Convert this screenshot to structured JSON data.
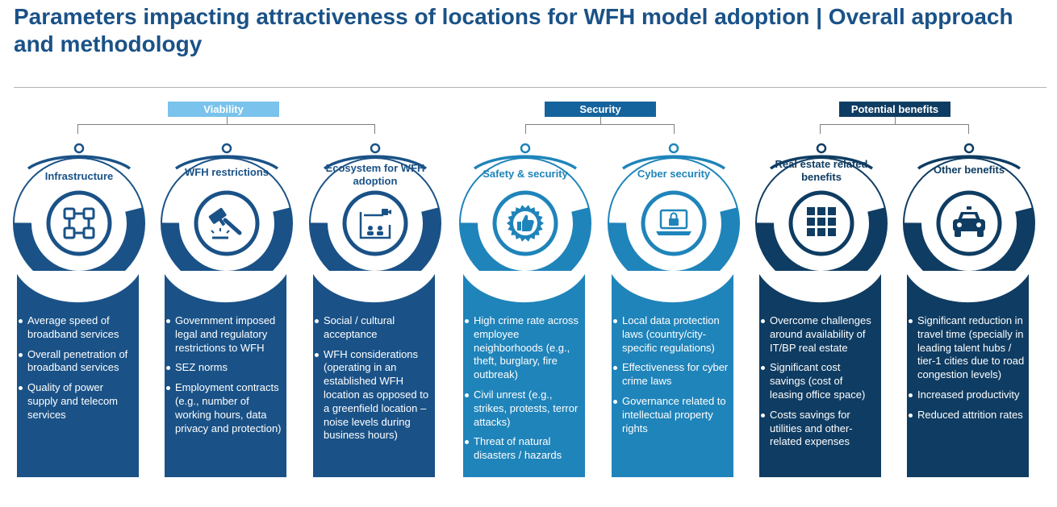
{
  "title": "Parameters impacting attractiveness of locations for WFH model adoption | Overall approach and methodology",
  "groups": {
    "viability": {
      "label": "Viability",
      "color": "#79c3ec"
    },
    "security": {
      "label": "Security",
      "color": "#15639c"
    },
    "benefits": {
      "label": "Potential benefits",
      "color": "#0f3c62"
    }
  },
  "columns": [
    {
      "title": "Infrastructure",
      "icon": "network-nodes-icon",
      "color": "#1a5287",
      "items": [
        "Average speed of broadband services",
        "Overall penetration of broadband services",
        "Quality of power supply and telecom services"
      ]
    },
    {
      "title": "WFH restrictions",
      "icon": "gavel-icon",
      "color": "#1a5287",
      "items": [
        "Government imposed legal and regulatory restrictions to WFH",
        "SEZ norms",
        "Employment contracts (e.g., number of working hours, data privacy and protection)"
      ]
    },
    {
      "title": "Ecosystem for WFH adoption",
      "icon": "video-conference-icon",
      "color": "#1a5287",
      "items": [
        "Social / cultural acceptance",
        "WFH considerations (operating in an established WFH location as opposed to a greenfield location – noise levels during business hours)"
      ]
    },
    {
      "title": "Safety & security",
      "icon": "thumbs-up-badge-icon",
      "color": "#1f84ba",
      "items": [
        "High crime rate across employee neighborhoods (e.g., theft, burglary, fire outbreak)",
        "Civil unrest (e.g., strikes, protests, terror attacks)",
        "Threat of natural disasters / hazards"
      ]
    },
    {
      "title": "Cyber security",
      "icon": "laptop-lock-icon",
      "color": "#1f84ba",
      "items": [
        "Local data protection laws (country/city-specific regulations)",
        "Effectiveness for cyber crime laws",
        "Governance related to intellectual property rights"
      ]
    },
    {
      "title": "Real estate related benefits",
      "icon": "building-grid-icon",
      "color": "#0f3c62",
      "items": [
        "Overcome challenges around availability of IT/BP real estate",
        "Significant cost savings (cost of leasing office space)",
        "Costs savings for utilities and other-related expenses"
      ]
    },
    {
      "title": "Other benefits",
      "icon": "car-icon",
      "color": "#0f3c62",
      "items": [
        "Significant reduction in travel time (specially in leading talent hubs / tier-1 cities due to road congestion levels)",
        "Increased productivity",
        "Reduced attrition rates"
      ]
    }
  ]
}
